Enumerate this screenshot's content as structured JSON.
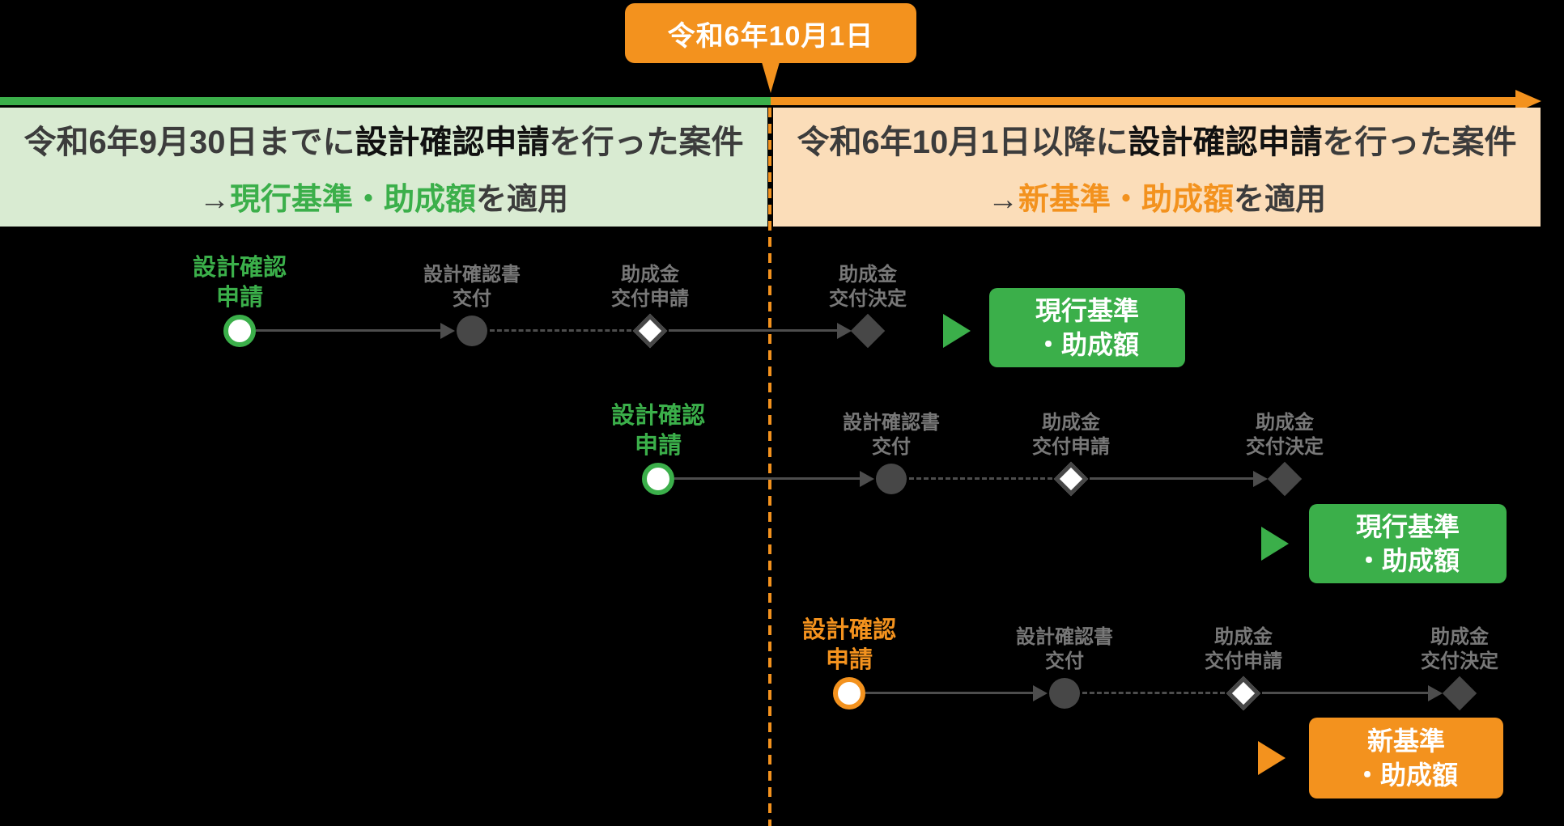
{
  "colors": {
    "green": "#3BAF4A",
    "light_green": "#D9EBD2",
    "orange": "#F3921E",
    "light_orange": "#FBDDB9",
    "dark_shape": "#474747",
    "gray_label": "#787878",
    "connector": "#4D4D4D",
    "background": "#000000"
  },
  "header": {
    "badge": "令和6年10月1日",
    "left_band": {
      "line1_pre": "令和6年9月30日までに",
      "line1_strong": "設計確認申請",
      "line1_post": "を行った案件",
      "line2_pre": "→",
      "line2_strong": "現行基準・助成額",
      "line2_post": "を適用"
    },
    "right_band": {
      "line1_pre": "令和6年10月1日以降に",
      "line1_strong": "設計確認申請",
      "line1_post": "を行った案件",
      "line2_pre": "→",
      "line2_strong": "新基準・助成額",
      "line2_post": "を適用"
    }
  },
  "rows": [
    {
      "accent": "green",
      "apply": {
        "line1": "設計確認",
        "line2": "申請"
      },
      "issue": {
        "line1": "設計確認書",
        "line2": "交付"
      },
      "grant_apply": {
        "line1": "助成金",
        "line2": "交付申請"
      },
      "grant_decide": {
        "line1": "助成金",
        "line2": "交付決定"
      },
      "result": {
        "line1": "現行基準",
        "line2": "・助成額"
      }
    },
    {
      "accent": "green",
      "apply": {
        "line1": "設計確認",
        "line2": "申請"
      },
      "issue": {
        "line1": "設計確認書",
        "line2": "交付"
      },
      "grant_apply": {
        "line1": "助成金",
        "line2": "交付申請"
      },
      "grant_decide": {
        "line1": "助成金",
        "line2": "交付決定"
      },
      "result": {
        "line1": "現行基準",
        "line2": "・助成額"
      }
    },
    {
      "accent": "orange",
      "apply": {
        "line1": "設計確認",
        "line2": "申請"
      },
      "issue": {
        "line1": "設計確認書",
        "line2": "交付"
      },
      "grant_apply": {
        "line1": "助成金",
        "line2": "交付申請"
      },
      "grant_decide": {
        "line1": "助成金",
        "line2": "交付決定"
      },
      "result": {
        "line1": "新基準",
        "line2": "・助成額"
      }
    }
  ]
}
